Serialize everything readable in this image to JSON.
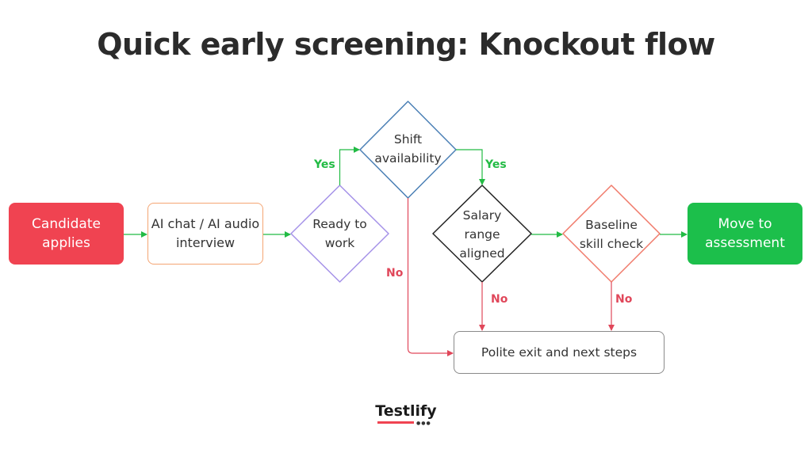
{
  "title": "Quick early screening: Knockout flow",
  "nodes": {
    "start": "Candidate applies",
    "interview": "AI chat / AI audio interview",
    "ready": "Ready to work",
    "shift": "Shift availability",
    "salary": "Salary range aligned",
    "skill": "Baseline skill check",
    "finish": "Move to assessment",
    "exit": "Polite exit and next steps"
  },
  "edges": {
    "ready_yes": "Yes",
    "shift_yes": "Yes",
    "shift_no": "No",
    "salary_no": "No",
    "skill_no": "No"
  },
  "colors": {
    "start_fill": "#f04351",
    "finish_fill": "#1cbf4b",
    "yes": "#22bb44",
    "no": "#e0475a"
  },
  "logo": {
    "text": "Testlify"
  }
}
